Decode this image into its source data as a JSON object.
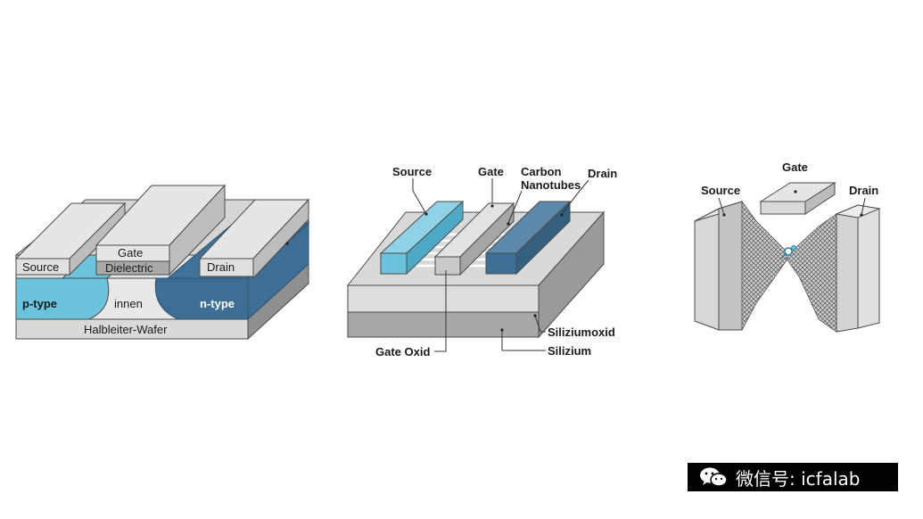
{
  "panel1": {
    "source": "Source",
    "gate": "Gate",
    "dielectric": "Dielectric",
    "drain": "Drain",
    "p_type": "p-type",
    "inner": "innen",
    "n_type": "n-type",
    "wafer": "Halbleiter-Wafer"
  },
  "panel2": {
    "source": "Source",
    "gate": "Gate",
    "nanotubes_line1": "Carbon",
    "nanotubes_line2": "Nanotubes",
    "drain": "Drain",
    "gate_oxide": "Gate Oxid",
    "silicon_oxide": "Siliziumoxid",
    "silicon": "Silizium"
  },
  "panel3": {
    "source": "Source",
    "gate": "Gate",
    "drain": "Drain"
  },
  "watermark": {
    "icon": "wechat-icon",
    "text": "微信号: icfalab"
  },
  "colors": {
    "light_blue": "#6cc3dc",
    "dark_blue": "#3d6f96",
    "light_gray": "#dcdcdc",
    "mid_gray": "#b5b5b5",
    "dark_gray": "#8f8f8f"
  }
}
